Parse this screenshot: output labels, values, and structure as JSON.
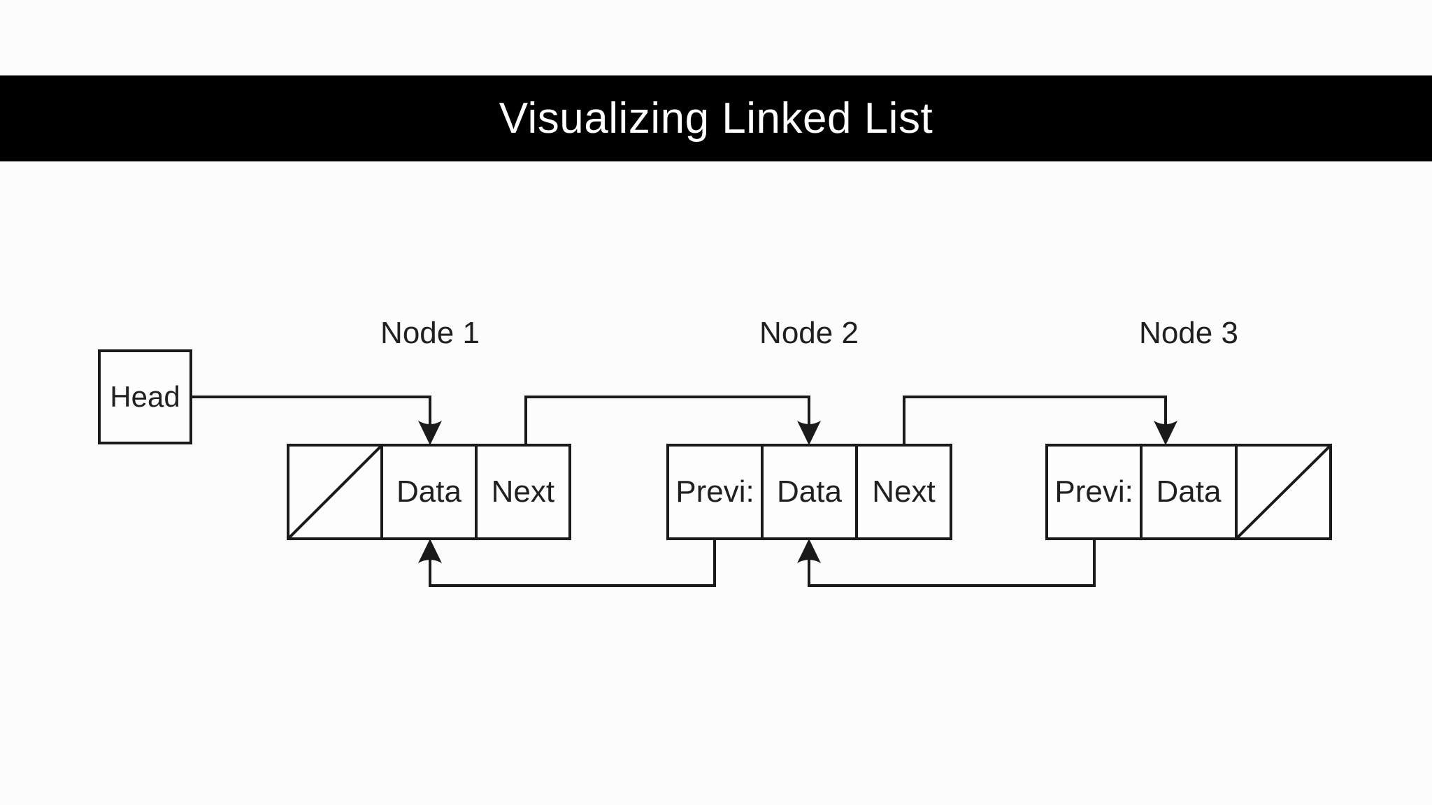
{
  "title": "Visualizing Linked List",
  "head": {
    "label": "Head"
  },
  "nodes": [
    {
      "label": "Node 1",
      "cells": [
        {
          "type": "prev-null",
          "label": ""
        },
        {
          "type": "data",
          "label": "Data"
        },
        {
          "type": "next",
          "label": "Next"
        }
      ]
    },
    {
      "label": "Node 2",
      "cells": [
        {
          "type": "prev",
          "label": "Previ:"
        },
        {
          "type": "data",
          "label": "Data"
        },
        {
          "type": "next",
          "label": "Next"
        }
      ]
    },
    {
      "label": "Node 3",
      "cells": [
        {
          "type": "prev",
          "label": "Previ:"
        },
        {
          "type": "data",
          "label": "Data"
        },
        {
          "type": "next-null",
          "label": ""
        }
      ]
    }
  ],
  "pointers": [
    {
      "from": "Head",
      "to": "Node 1 Data",
      "type": "head-forward"
    },
    {
      "from": "Node 1 Next",
      "to": "Node 2 Data",
      "type": "next-forward"
    },
    {
      "from": "Node 2 Next",
      "to": "Node 3 Data",
      "type": "next-forward"
    },
    {
      "from": "Node 2 Previ:",
      "to": "Node 1 Data",
      "type": "prev-backward"
    },
    {
      "from": "Node 3 Previ:",
      "to": "Node 2 Data",
      "type": "prev-backward"
    }
  ],
  "null_slots": [
    "Node 1 prev",
    "Node 3 next"
  ],
  "colors": {
    "bar_bg": "#000000",
    "bar_text": "#ffffff",
    "stroke": "#1a1a1a",
    "text": "#202020",
    "page_bg": "#fcfcfc",
    "box_bg": "#fdfdfd"
  }
}
